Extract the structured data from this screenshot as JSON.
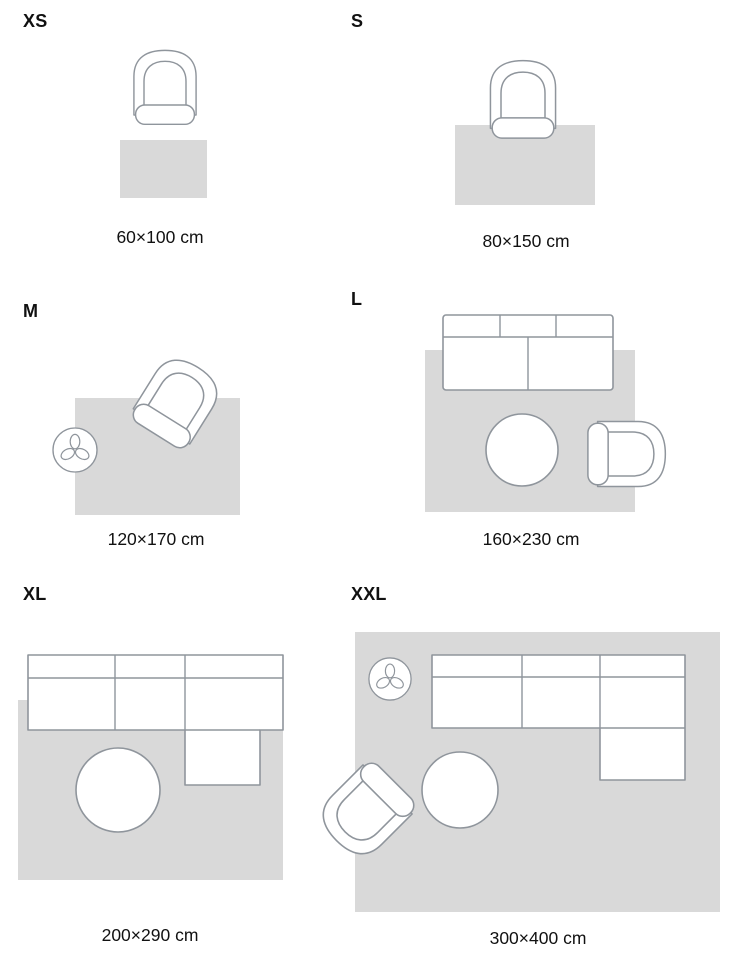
{
  "colors": {
    "bg": "#ffffff",
    "rug": "#d9d9d9",
    "outline": "#8f959c",
    "text": "#111111"
  },
  "sizes": [
    {
      "label": "XS",
      "dimensions": "60×100 cm",
      "furniture": [
        "armchair-icon",
        "rug-shape"
      ]
    },
    {
      "label": "S",
      "dimensions": "80×150 cm",
      "furniture": [
        "armchair-icon",
        "rug-shape"
      ]
    },
    {
      "label": "M",
      "dimensions": "120×170 cm",
      "furniture": [
        "armchair-icon",
        "plant-icon",
        "rug-shape"
      ]
    },
    {
      "label": "L",
      "dimensions": "160×230 cm",
      "furniture": [
        "sofa-icon",
        "coffee-table-icon",
        "armchair-icon",
        "rug-shape"
      ]
    },
    {
      "label": "XL",
      "dimensions": "200×290 cm",
      "furniture": [
        "corner-sofa-icon",
        "coffee-table-icon",
        "rug-shape"
      ]
    },
    {
      "label": "XXL",
      "dimensions": "300×400 cm",
      "furniture": [
        "plant-icon",
        "corner-sofa-icon",
        "coffee-table-icon",
        "armchair-icon",
        "rug-shape"
      ]
    }
  ]
}
